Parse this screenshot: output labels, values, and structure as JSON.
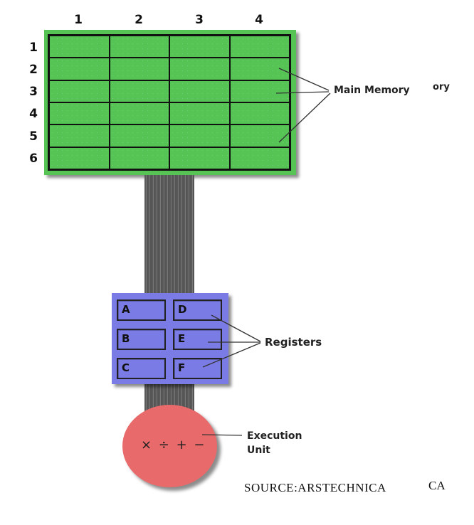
{
  "memory": {
    "column_labels": [
      "1",
      "2",
      "3",
      "4"
    ],
    "row_labels": [
      "1",
      "2",
      "3",
      "4",
      "5",
      "6"
    ],
    "label": "Main Memory",
    "label_overflow": "ory",
    "color": "#55c455"
  },
  "registers": {
    "names": [
      "A",
      "B",
      "C",
      "D",
      "E",
      "F"
    ],
    "label": "Registers",
    "color": "#7b7be6"
  },
  "execution_unit": {
    "operators": "× ÷ + −",
    "label_line1": "Execution",
    "label_line2": "Unit",
    "color": "#e86a6a"
  },
  "source": {
    "text": "SOURCE:ARSTECHNICA",
    "overflow": "CA"
  }
}
